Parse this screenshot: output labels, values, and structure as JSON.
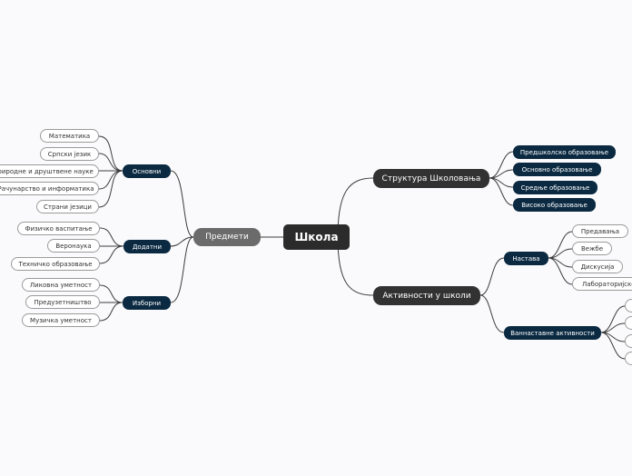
{
  "root": "Школа",
  "branches": {
    "predmeti": "Предмети",
    "struktura": "Структура Школовања",
    "aktivnosti": "Активности у школи"
  },
  "groups": {
    "osnovni": {
      "label": "Основни",
      "items": [
        "Математика",
        "Српски језик",
        "Природне и друштвене науке",
        "Рачунарство и информатика",
        "Страни језици"
      ]
    },
    "dodatni": {
      "label": "Додатни",
      "items": [
        "Физичко васпитање",
        "Веронаука",
        "Техничко образовање"
      ]
    },
    "izborni": {
      "label": "Изборни",
      "items": [
        "Ликовна уметност",
        "Предузетништво",
        "Музичка уметност"
      ]
    },
    "struktura_items": [
      "Предшколско образовање",
      "Основно образовање",
      "Средње образовање",
      "Високо образовање"
    ],
    "nastava": {
      "label": "Настава",
      "items": [
        "Предавања",
        "Вежбе",
        "Дискусија",
        "Лабораторијске"
      ]
    },
    "vannastavne": {
      "label": "Ваннаставне активности",
      "items": [
        "",
        "",
        "",
        ""
      ]
    }
  },
  "colors": {
    "background": "#fafafc",
    "root": "#2b2b2b",
    "main": "#323232",
    "grey": "#6b6b6b",
    "sub": "#0b2a42",
    "line": "#3c3c3c"
  }
}
